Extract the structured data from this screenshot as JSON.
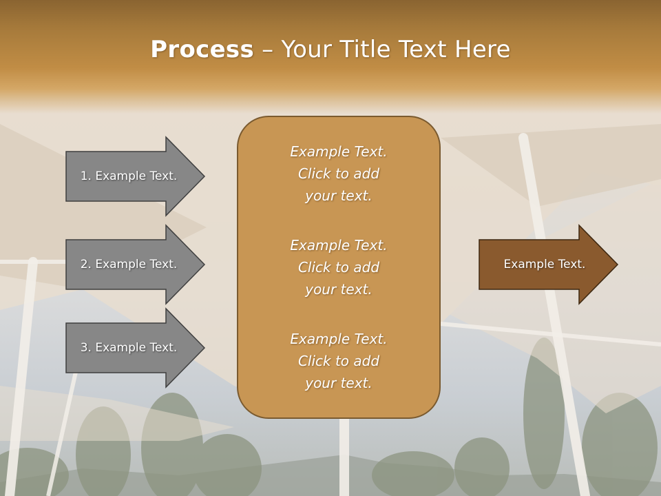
{
  "slide": {
    "title_bold": "Process",
    "title_rest": " – Your Title Text Here"
  },
  "left_arrows": [
    {
      "label": "1. Example Text."
    },
    {
      "label": "2. Example Text."
    },
    {
      "label": "3. Example Text."
    }
  ],
  "center_box": {
    "items": [
      {
        "line1": "Example Text.",
        "line2": "Click  to add",
        "line3": "your text."
      },
      {
        "line1": "Example Text.",
        "line2": "Click  to add",
        "line3": "your text."
      },
      {
        "line1": "Example Text.",
        "line2": "Click  to add",
        "line3": "your text."
      }
    ]
  },
  "right_arrow": {
    "label": "Example Text."
  },
  "colors": {
    "title_bar": "#c18d45",
    "left_arrow_fill": "#878787",
    "center_box_fill": "#c89654",
    "right_arrow_fill": "#8a5a2e"
  }
}
